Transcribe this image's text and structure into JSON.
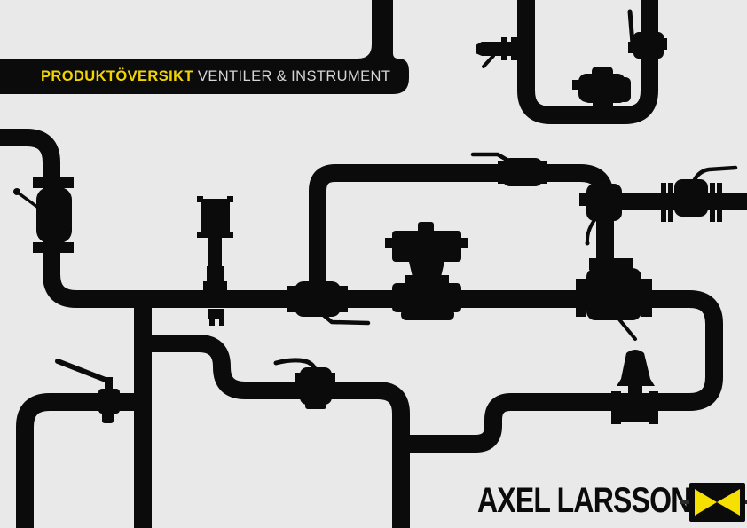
{
  "header": {
    "title_primary": "PRODUKTÖVERSIKT",
    "title_secondary": "VENTILER & INSTRUMENT"
  },
  "brand": {
    "name": "AXEL LARSSON"
  },
  "colors": {
    "background": "#e9e9e9",
    "ink": "#0b0b0b",
    "title_yellow": "#f2d500",
    "title_gray": "#d6d6d6",
    "logo_yellow": "#f6e000",
    "logo_stub_gray": "#2b2b2b"
  },
  "diagram": {
    "components": [
      "pipe-network",
      "globe-valve-left",
      "instrument-transmitter",
      "flanged-valve-left-riser",
      "actuated-control-valve",
      "ball-valve-loop-top",
      "ball-valve-right-riser",
      "three-way-flanged-valve",
      "ball-valve-branch-right",
      "pressure-reducing-valve",
      "pump-actuator",
      "ball-valve-riser-top",
      "side-tap-valve",
      "ball-valve-bottom-branch",
      "lever-gate-valve-bottom-left"
    ]
  }
}
